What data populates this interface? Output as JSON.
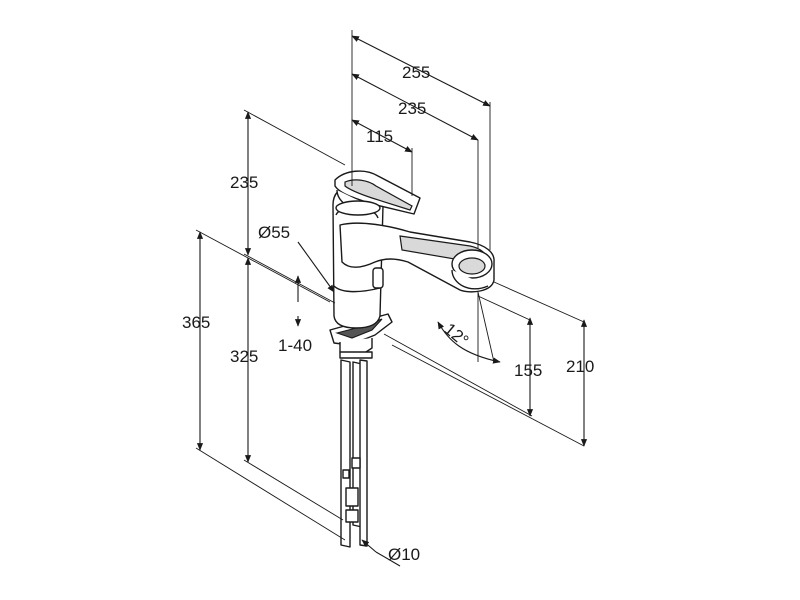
{
  "dimensions": {
    "spout_reach_total": "255",
    "spout_reach": "235",
    "lever_reach": "115",
    "height_above_deck": "235",
    "body_diameter": "Ø55",
    "deck_thickness": "1-40",
    "total_height": "365",
    "height_to_deck": "325",
    "spray_angle": "12°",
    "outlet_height": "155",
    "spout_height": "210",
    "hose_diameter": "Ø10"
  }
}
